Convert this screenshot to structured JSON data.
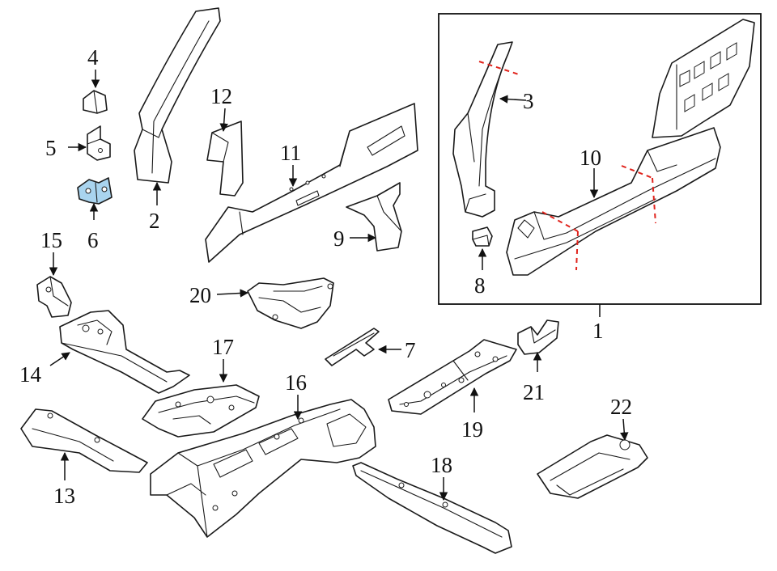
{
  "diagram": {
    "highlight_color": "#a9d4ef",
    "cut_line_color": "#e0231c",
    "callouts": {
      "c1": "1",
      "c2": "2",
      "c3": "3",
      "c4": "4",
      "c5": "5",
      "c6": "6",
      "c7": "7",
      "c8": "8",
      "c9": "9",
      "c10": "10",
      "c11": "11",
      "c12": "12",
      "c13": "13",
      "c14": "14",
      "c15": "15",
      "c16": "16",
      "c17": "17",
      "c18": "18",
      "c19": "19",
      "c20": "20",
      "c21": "21",
      "c22": "22"
    }
  }
}
